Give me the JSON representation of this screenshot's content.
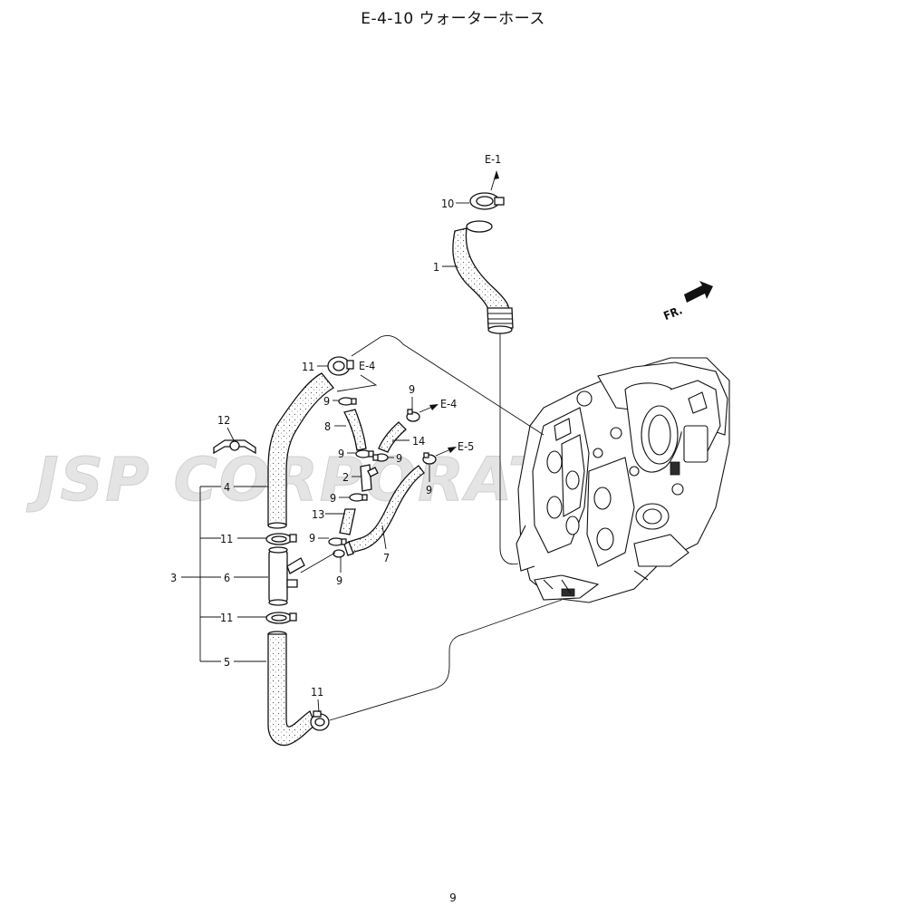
{
  "title": "E-4-10 ウォーターホース",
  "page_number": "9",
  "watermark": "JSP CORPORATION",
  "direction_label": "FR.",
  "references": {
    "ref_top": "E-1",
    "ref_left": "E-4",
    "ref_mid": "E-4",
    "ref_right": "E-5"
  },
  "callouts": {
    "c1": "1",
    "c2": "2",
    "c3": "3",
    "c4": "4",
    "c5": "5",
    "c6": "6",
    "c7": "7",
    "c8": "8",
    "c9a": "9",
    "c9b": "9",
    "c9c": "9",
    "c9d": "9",
    "c9e": "9",
    "c9f": "9",
    "c9g": "9",
    "c9h": "9",
    "c10": "10",
    "c11a": "11",
    "c11b": "11",
    "c11c": "11",
    "c11d": "11",
    "c12": "12",
    "c13": "13",
    "c14": "14"
  }
}
